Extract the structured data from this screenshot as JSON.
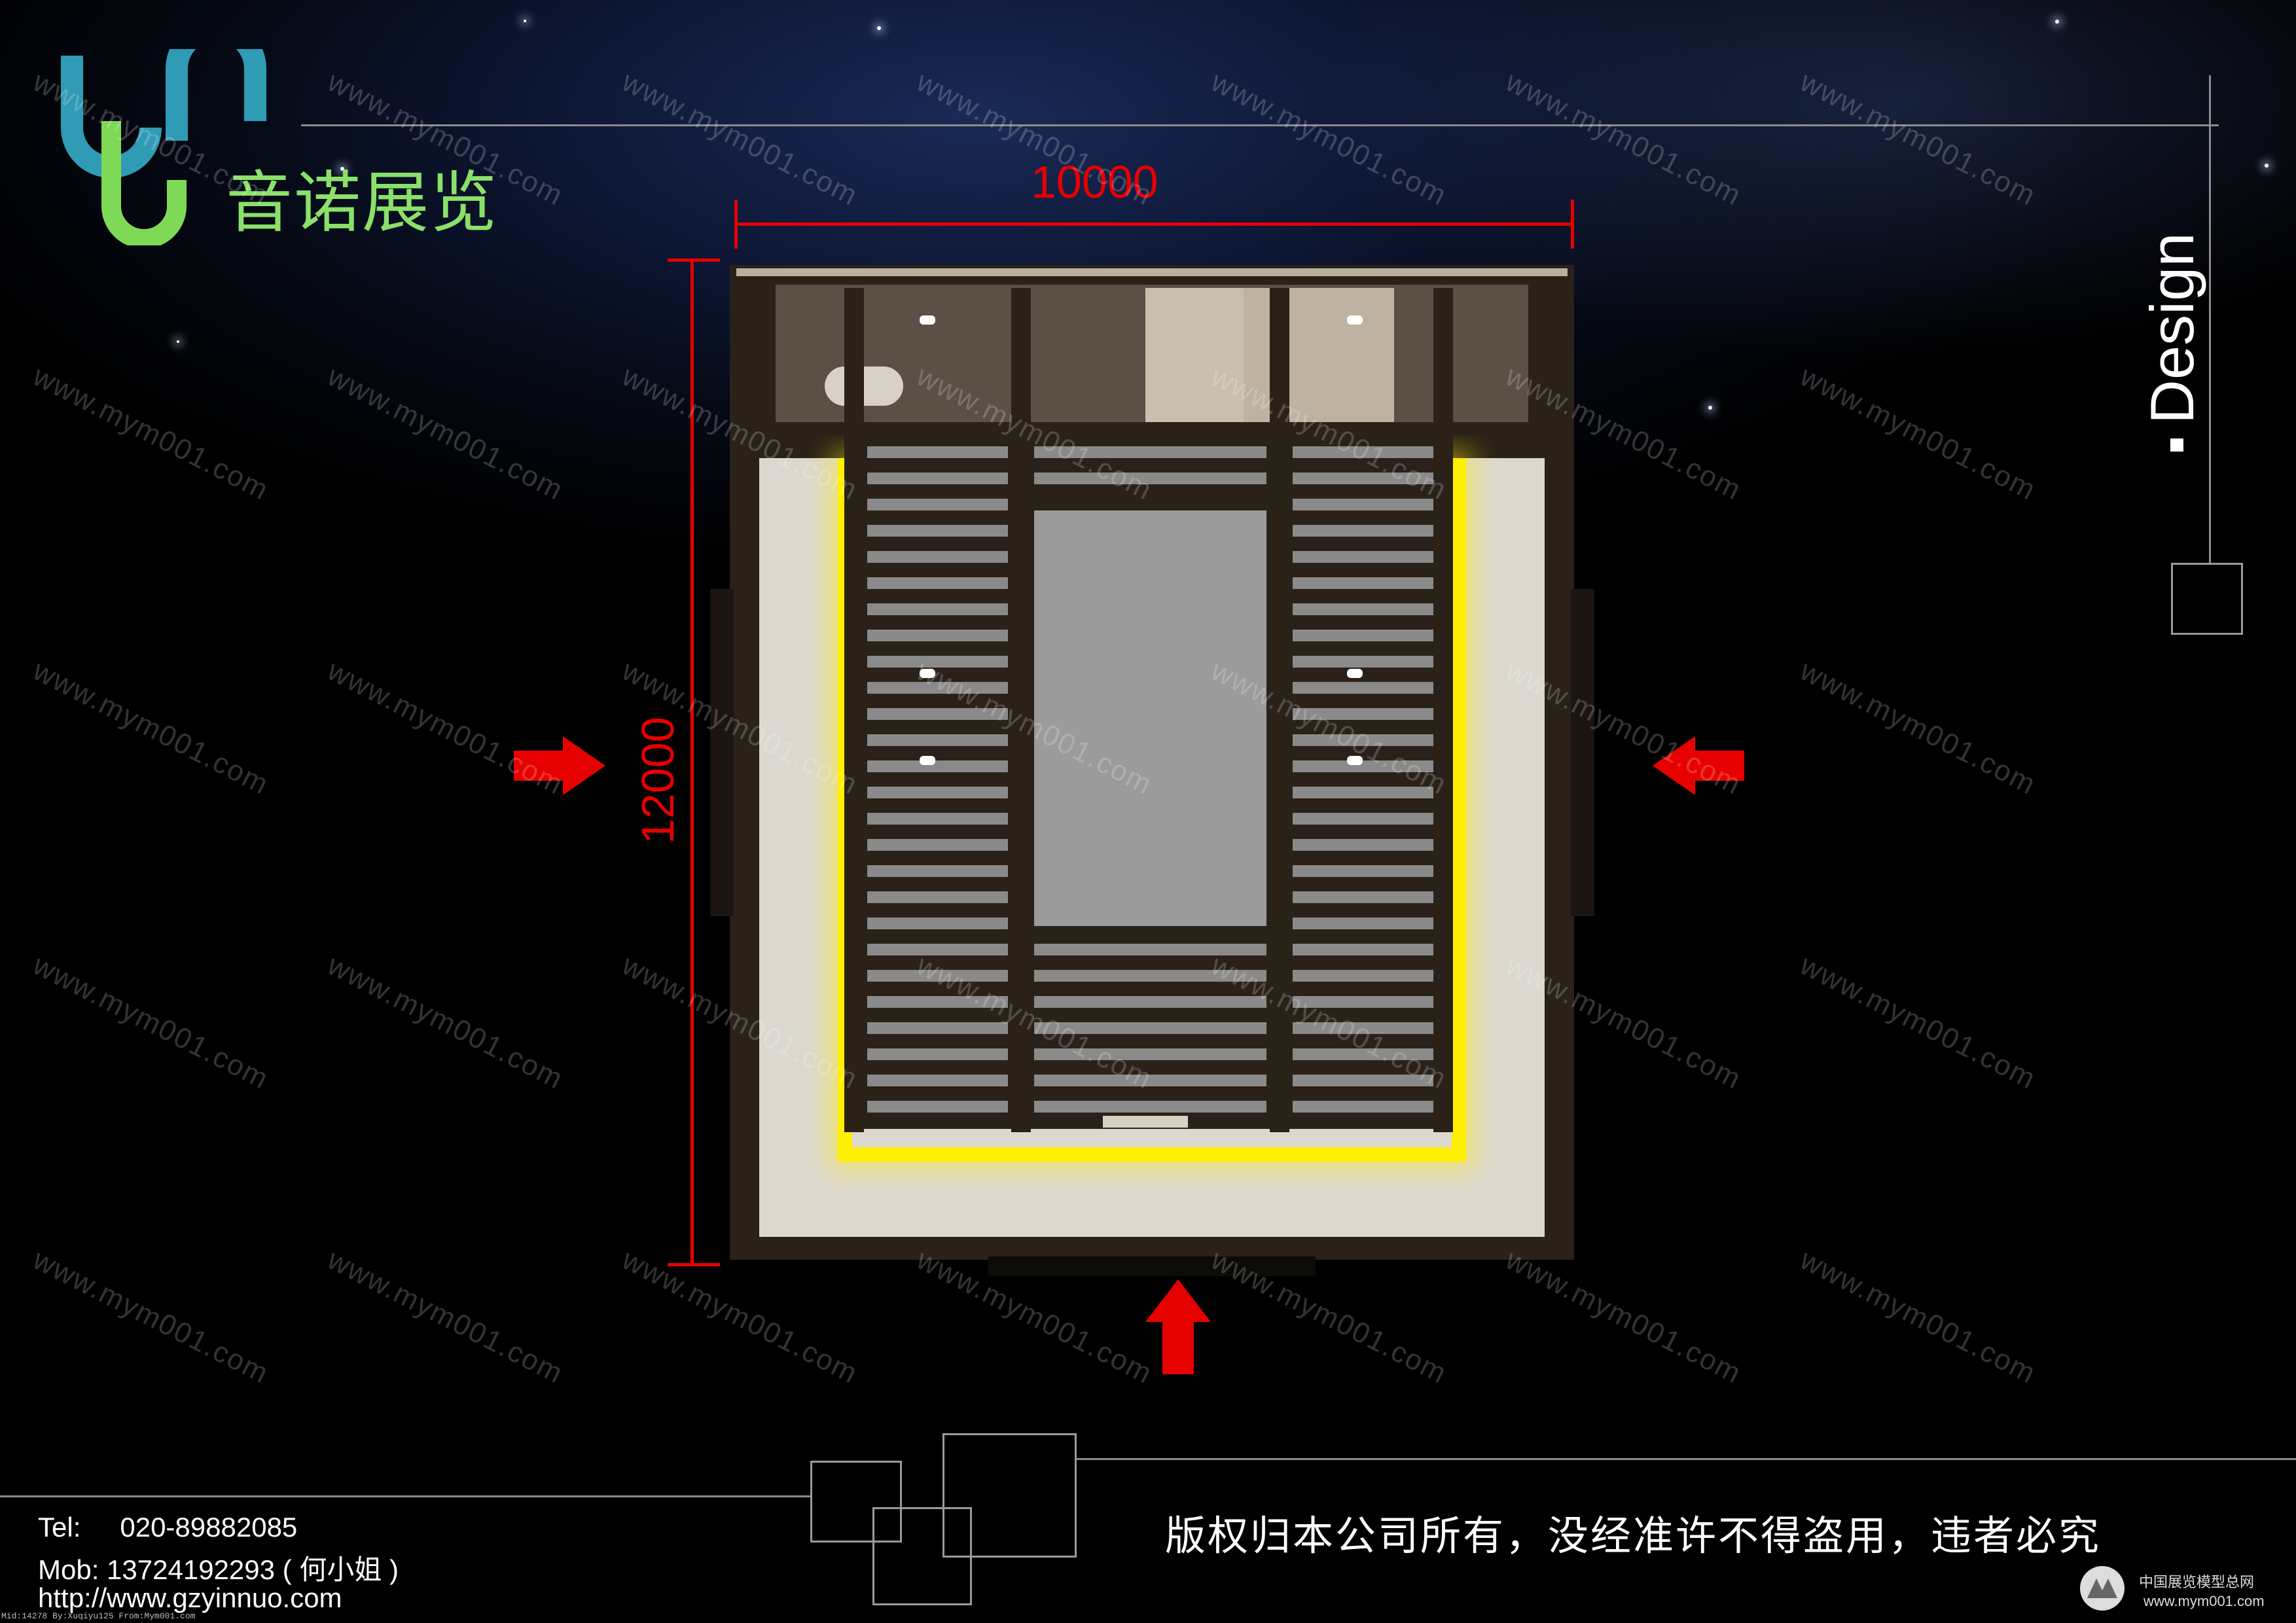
{
  "logo": {
    "mark": "UN",
    "company": "音诺展览"
  },
  "side_label": "Design",
  "dimensions": {
    "width": "10000",
    "height": "12000"
  },
  "watermark": "www.mym001.com",
  "footer": {
    "tel_label": "Tel:",
    "tel_value": "020-89882085",
    "mob_label": "Mob:",
    "mob_value": "13724192293 ( 何小姐 )",
    "url": "http://www.gzyinnuo.com",
    "copyright": "版权归本公司所有，没经准许不得盗用，违者必究",
    "tiny_id": "Mid:14278 By:Xuqiyu125 From:Mym001.com",
    "brand_cn": "中国展览模型总网",
    "brand_url": "www.mym001.com"
  },
  "colors": {
    "accent_red": "#e60000",
    "logo_blue": "#2f9bb5",
    "logo_green": "#7ed957",
    "glow_yellow": "#ffef00"
  },
  "icons": [
    "arrow-right-icon",
    "arrow-left-icon",
    "arrow-up-icon",
    "yinnuo-logo-icon",
    "mym-logo-icon"
  ]
}
